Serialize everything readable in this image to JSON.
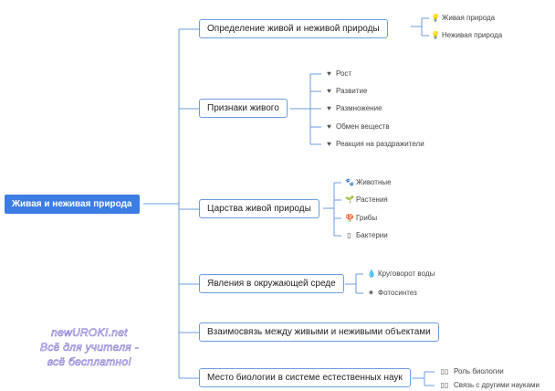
{
  "root": {
    "label": "Живая и неживая природа"
  },
  "topics": [
    {
      "label": "Определение живой и неживой природы",
      "leaves": [
        {
          "icon": "bulb-icon",
          "glyph": "💡",
          "label": "Живая природа"
        },
        {
          "icon": "bulb-icon",
          "glyph": "💡",
          "label": "Неживая природа"
        }
      ]
    },
    {
      "label": "Признаки живого",
      "leaves": [
        {
          "icon": "heart-icon",
          "glyph": "♥",
          "label": "Рост"
        },
        {
          "icon": "heart-icon",
          "glyph": "♥",
          "label": "Развитие"
        },
        {
          "icon": "heart-icon",
          "glyph": "♥",
          "label": "Размножение"
        },
        {
          "icon": "heart-icon",
          "glyph": "♥",
          "label": "Обмен веществ"
        },
        {
          "icon": "heart-icon",
          "glyph": "♥",
          "label": "Реакция на раздражители"
        }
      ]
    },
    {
      "label": "Царства живой природы",
      "leaves": [
        {
          "icon": "paw-icon",
          "glyph": "🐾",
          "label": "Животные"
        },
        {
          "icon": "plant-icon",
          "glyph": "🌱",
          "label": "Растения"
        },
        {
          "icon": "mushroom-icon",
          "glyph": "🍄",
          "label": "Грибы"
        },
        {
          "icon": "bacteria-icon",
          "glyph": "▯",
          "label": "Бактерии"
        }
      ]
    },
    {
      "label": "Явления в окружающей среде",
      "leaves": [
        {
          "icon": "water-cycle-icon",
          "glyph": "💧",
          "label": "Круговорот воды"
        },
        {
          "icon": "sun-icon",
          "glyph": "✷",
          "label": "Фотосинтез"
        }
      ]
    },
    {
      "label": "Взаимосвязь между живыми и неживыми объектами",
      "leaves": []
    },
    {
      "label": "Место биологии в системе естественных наук",
      "leaves": [
        {
          "icon": "placeholder-icon",
          "glyph": "▯▯",
          "label": "Роль биологии"
        },
        {
          "icon": "placeholder-icon",
          "glyph": "▯▯",
          "label": "Связь с другими науками"
        }
      ]
    }
  ],
  "watermark": {
    "lines": [
      "newUROKI.net",
      "Всё для учителя -",
      "всё бесплатно!"
    ]
  },
  "colors": {
    "root_bg": "#3b7de3",
    "connector": "#6a9ee0",
    "topic_border": "#6a9ee0"
  }
}
